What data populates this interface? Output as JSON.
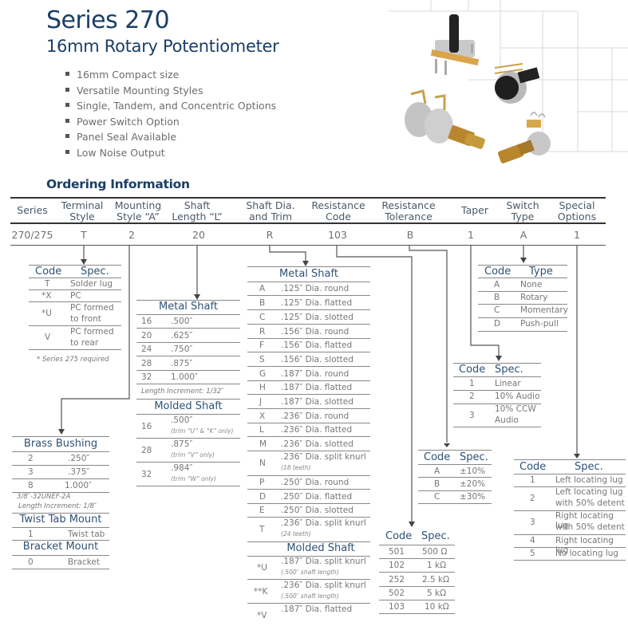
{
  "header": {
    "title": "Series 270",
    "subtitle": "16mm Rotary Potentiometer",
    "features": [
      "16mm Compact size",
      "Versatile Mounting Styles",
      "Single, Tandem, and Concentric Options",
      "Power Switch Option",
      "Panel Seal Available",
      "Low Noise Output"
    ],
    "image_alt": "rotary-potentiometer-product-photos"
  },
  "ordering": {
    "title": "Ordering Information",
    "columns": [
      {
        "label1": "Series",
        "label2": "",
        "value": "270/275"
      },
      {
        "label1": "Terminal",
        "label2": "Style",
        "value": "T"
      },
      {
        "label1": "Mounting",
        "label2": "Style “A”",
        "value": "2"
      },
      {
        "label1": "Shaft",
        "label2": "Length “L”",
        "value": "20"
      },
      {
        "label1": "Shaft Dia.",
        "label2": "and Trim",
        "value": "R"
      },
      {
        "label1": "Resistance",
        "label2": "Code",
        "value": "103"
      },
      {
        "label1": "Resistance",
        "label2": "Tolerance",
        "value": "B"
      },
      {
        "label1": "Taper",
        "label2": "",
        "value": "1"
      },
      {
        "label1": "Switch",
        "label2": "Type",
        "value": "A"
      },
      {
        "label1": "Special",
        "label2": "Options",
        "value": "1"
      }
    ]
  },
  "terminal_style": {
    "headers": [
      "Code",
      "Spec."
    ],
    "rows": [
      {
        "code": "T",
        "spec1": "Solder lug",
        "spec2": ""
      },
      {
        "code": "*X",
        "spec1": "PC",
        "spec2": ""
      },
      {
        "code": "*U",
        "spec1": "PC formed",
        "spec2": "to front"
      },
      {
        "code": "V",
        "spec1": "PC formed",
        "spec2": "to rear"
      }
    ],
    "note": "* Series 275 required"
  },
  "shaft_length": {
    "metal_title": "Metal Shaft",
    "metal_rows": [
      {
        "code": "16",
        "spec": ".500″"
      },
      {
        "code": "20",
        "spec": ".625″"
      },
      {
        "code": "24",
        "spec": ".750″"
      },
      {
        "code": "28",
        "spec": ".875″"
      },
      {
        "code": "32",
        "spec": "1.000″"
      }
    ],
    "metal_note": "Length Increment: 1/32″",
    "molded_title": "Molded Shaft",
    "molded_rows": [
      {
        "code": "16",
        "spec": ".500″",
        "note": "(trim “U” & “K” only)"
      },
      {
        "code": "28",
        "spec": ".875″",
        "note": "(trim “V” only)"
      },
      {
        "code": "32",
        "spec": ".984″",
        "note": "(trim “W” only)"
      }
    ]
  },
  "mounting": {
    "brass_title": "Brass Bushing",
    "brass_rows": [
      {
        "code": "2",
        "spec": ".250″"
      },
      {
        "code": "3",
        "spec": ".375″"
      },
      {
        "code": "8",
        "spec": "1.000″"
      }
    ],
    "brass_note1": "3/8″-32UNEF-2A",
    "brass_note2": "Length Increment: 1/8″",
    "twist_title": "Twist Tab Mount",
    "twist_rows": [
      {
        "code": "1",
        "spec": "Twist tab"
      }
    ],
    "bracket_title": "Bracket Mount",
    "bracket_rows": [
      {
        "code": "0",
        "spec": "Bracket"
      }
    ]
  },
  "shaft_dia": {
    "metal_title": "Metal Shaft",
    "metal_rows": [
      {
        "code": "A",
        "spec": ".125″ Dia. round",
        "note": ""
      },
      {
        "code": "B",
        "spec": ".125″ Dia. flatted",
        "note": ""
      },
      {
        "code": "C",
        "spec": ".125″ Dia. slotted",
        "note": ""
      },
      {
        "code": "R",
        "spec": ".156″ Dia. round",
        "note": ""
      },
      {
        "code": "F",
        "spec": ".156″ Dia. flatted",
        "note": ""
      },
      {
        "code": "S",
        "spec": ".156″ Dia. slotted",
        "note": ""
      },
      {
        "code": "G",
        "spec": ".187″ Dia. round",
        "note": ""
      },
      {
        "code": "H",
        "spec": ".187″ Dia. flatted",
        "note": ""
      },
      {
        "code": "J",
        "spec": ".187″ Dia. slotted",
        "note": ""
      },
      {
        "code": "X",
        "spec": ".236″ Dia. round",
        "note": ""
      },
      {
        "code": "L",
        "spec": ".236″ Dia. flatted",
        "note": ""
      },
      {
        "code": "M",
        "spec": ".236″ Dia. slotted",
        "note": ""
      },
      {
        "code": "N",
        "spec": ".236″ Dia. split knurl",
        "note": "(18 teeth)"
      },
      {
        "code": "P",
        "spec": ".250″ Dia. round",
        "note": ""
      },
      {
        "code": "D",
        "spec": ".250″ Dia. flatted",
        "note": ""
      },
      {
        "code": "E",
        "spec": ".250″ Dia. slotted",
        "note": ""
      },
      {
        "code": "T",
        "spec": ".236″ Dia. split knurl",
        "note": "(24 teeth)"
      }
    ],
    "molded_title": "Molded Shaft",
    "molded_rows": [
      {
        "code": "*U",
        "spec": ".187″ Dia. split knurl",
        "note": "(.500″ shaft length)"
      },
      {
        "code": "**K",
        "spec": ".236″ Dia. split knurl",
        "note": "(.500″ shaft length)"
      },
      {
        "code": "*V",
        "spec": ".187″ Dia. flatted",
        "note": ""
      }
    ]
  },
  "resistance_code": {
    "headers": [
      "Code",
      "Spec."
    ],
    "rows": [
      {
        "code": "501",
        "spec": "500 Ω"
      },
      {
        "code": "102",
        "spec": "1 kΩ"
      },
      {
        "code": "252",
        "spec": "2.5 kΩ"
      },
      {
        "code": "502",
        "spec": "5 kΩ"
      },
      {
        "code": "103",
        "spec": "10 kΩ"
      }
    ]
  },
  "tolerance": {
    "headers": [
      "Code",
      "Spec."
    ],
    "rows": [
      {
        "code": "A",
        "spec": "±10%"
      },
      {
        "code": "B",
        "spec": "±20%"
      },
      {
        "code": "C",
        "spec": "±30%"
      }
    ]
  },
  "taper": {
    "headers": [
      "Code",
      "Spec."
    ],
    "rows": [
      {
        "code": "1",
        "spec1": "Linear",
        "spec2": ""
      },
      {
        "code": "2",
        "spec1": "10% Audio",
        "spec2": ""
      },
      {
        "code": "3",
        "spec1": "10% CCW",
        "spec2": "Audio"
      }
    ]
  },
  "switch_type": {
    "headers": [
      "Code",
      "Type"
    ],
    "rows": [
      {
        "code": "A",
        "spec": "None"
      },
      {
        "code": "B",
        "spec": "Rotary"
      },
      {
        "code": "C",
        "spec": "Momentary"
      },
      {
        "code": "D",
        "spec": "Push-pull"
      }
    ]
  },
  "special_options": {
    "headers": [
      "Code",
      "Spec."
    ],
    "rows": [
      {
        "code": "1",
        "spec1": "Left locating lug",
        "spec2": ""
      },
      {
        "code": "2",
        "spec1": "Left locating lug",
        "spec2": "with 50% detent"
      },
      {
        "code": "3",
        "spec1": "Right locating lug",
        "spec2": "with 50% detent"
      },
      {
        "code": "4",
        "spec1": "Right locating lug",
        "spec2": ""
      },
      {
        "code": "5",
        "spec1": "No locating lug",
        "spec2": ""
      }
    ]
  },
  "colors": {
    "title": "#1a3f66",
    "table_heading": "#2f5275",
    "body_text": "#707070",
    "rule": "#555555"
  }
}
